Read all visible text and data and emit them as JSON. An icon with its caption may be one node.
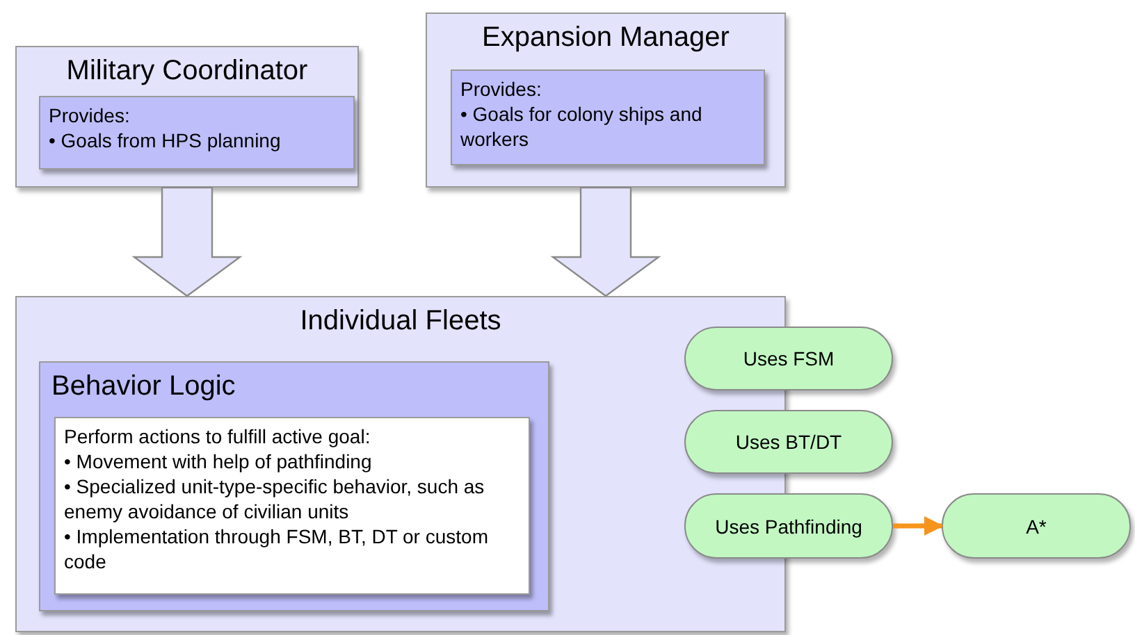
{
  "diagram": {
    "nodes": [
      {
        "text": [
          "Military Coordinator"
        ]
      },
      {
        "text": [
          "Provides:",
          "• Goals from HPS planning"
        ],
        "in": 0
      },
      {
        "text": [
          "Expansion Manager"
        ]
      },
      {
        "text": [
          "Provides:",
          "• Goals for colony ships and workers"
        ],
        "in": 2
      },
      {
        "text": [
          "Individual Fleets"
        ]
      },
      {
        "text": [
          "Behavior Logic"
        ],
        "in": 4
      },
      {
        "text": [
          "Perform actions to fulfill active goal:",
          "• Movement with help of pathfinding",
          "• Specialized unit-type-specific behavior, such as enemy avoidance of civilian units",
          "• Implementation through FSM, BT, DT or custom code"
        ],
        "in": 5
      },
      {
        "text": [
          "Uses FSM"
        ]
      },
      {
        "text": [
          "Uses BT/DT"
        ]
      },
      {
        "text": [
          "Uses Pathfinding"
        ]
      },
      {
        "text": [
          "A*"
        ]
      }
    ],
    "edges": [
      {
        "from": 0,
        "to": 4,
        "arrow": "to",
        "style": "thick"
      },
      {
        "from": 2,
        "to": 4,
        "arrow": "to",
        "style": "thick"
      },
      {
        "from": 9,
        "to": 10,
        "arrow": "to",
        "color": "#f7941d"
      }
    ]
  }
}
